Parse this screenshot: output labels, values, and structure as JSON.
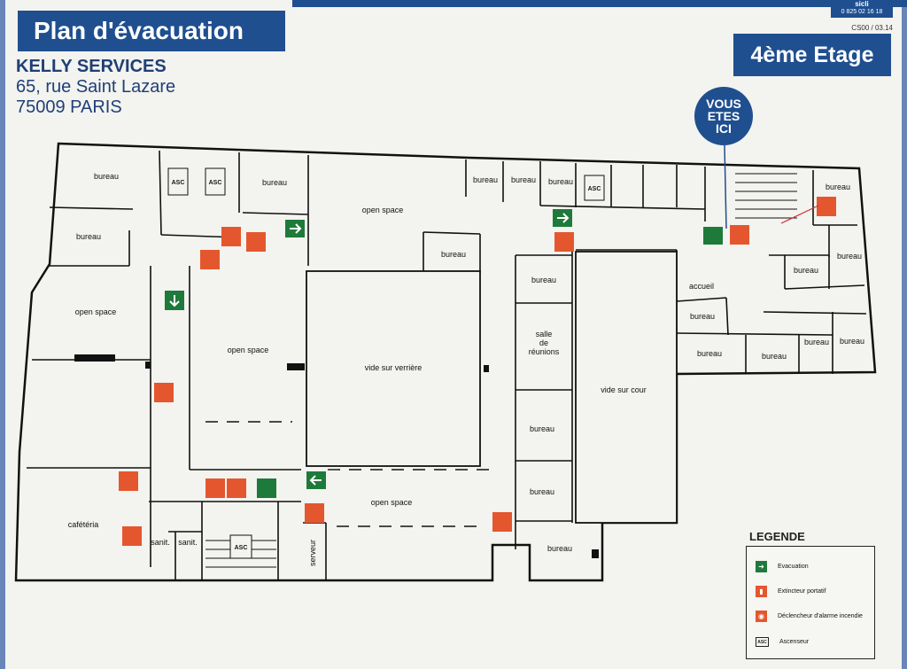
{
  "header": {
    "title": "Plan d'évacuation",
    "floor": "4ème Etage",
    "brand": "sicli",
    "phone": "0 825 02 16 18",
    "reference": "CS00 / 03.14"
  },
  "company": {
    "name": "KELLY SERVICES",
    "street": "65, rue Saint Lazare",
    "city": "75009 PARIS"
  },
  "you_are_here": [
    "VOUS",
    "ETES",
    "ICI"
  ],
  "rooms": {
    "bureau": "bureau",
    "open_space": "open space",
    "vide_verriere": "vide sur verrière",
    "vide_cour": "vide sur cour",
    "salle_reunions": [
      "salle",
      "de",
      "réunions"
    ],
    "accueil": "accueil",
    "cafeteria": "cafétéria",
    "sanit": "sanit.",
    "serveur": "serveur",
    "asc": "ASC"
  },
  "legend": {
    "title": "LEGENDE",
    "items": [
      {
        "label": "Evacuation",
        "icon": "evacuation-icon",
        "color": "#1e7a3a"
      },
      {
        "label": "Extincteur portatif",
        "icon": "fire-extinguisher-icon",
        "color": "#e4572e"
      },
      {
        "label": "Déclencheur d'alarme incendie",
        "icon": "fire-alarm-icon",
        "color": "#e4572e"
      },
      {
        "label": "Ascenseur",
        "icon": "elevator-icon",
        "color": "#222222"
      }
    ]
  },
  "colors": {
    "banner": "#1f4f8f",
    "evacuation": "#1e7a3a",
    "fire": "#e4572e"
  }
}
